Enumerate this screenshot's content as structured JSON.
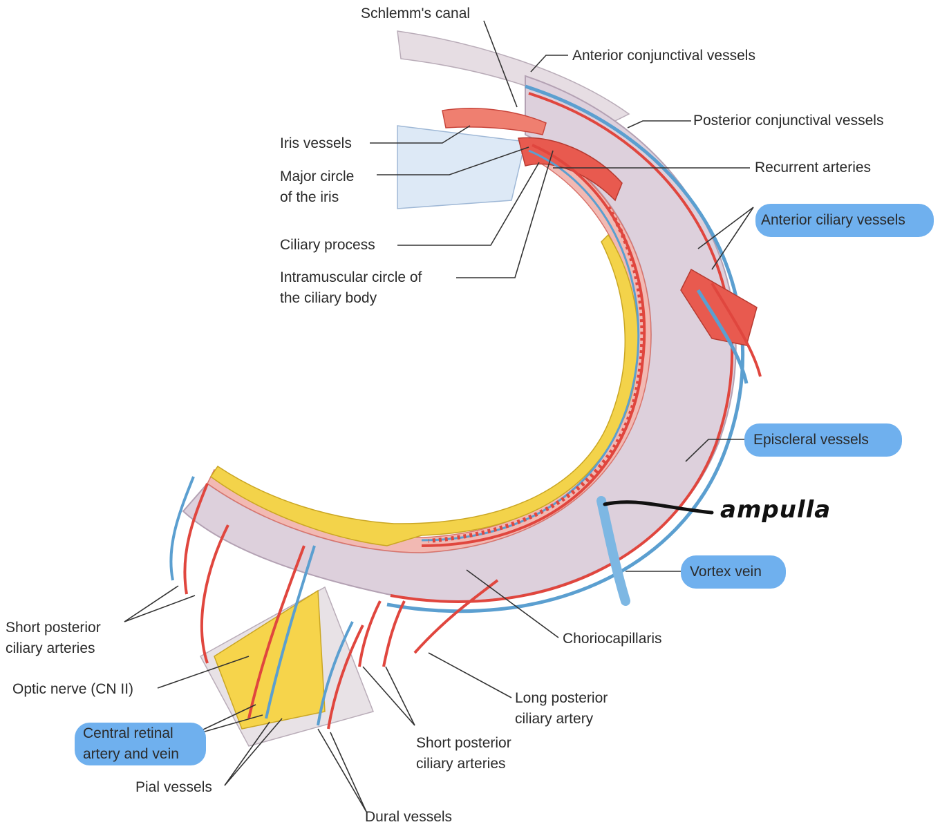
{
  "labels": {
    "schlemms_canal": "Schlemm's canal",
    "anterior_conjunctival": "Anterior conjunctival vessels",
    "posterior_conjunctival": "Posterior conjunctival vessels",
    "iris_vessels": "Iris vessels",
    "major_circle_1": "Major circle",
    "major_circle_2": "of the iris",
    "recurrent_arteries": "Recurrent arteries",
    "anterior_ciliary": "Anterior ciliary vessels",
    "ciliary_process": "Ciliary process",
    "intramuscular_1": "Intramuscular circle of",
    "intramuscular_2": "the ciliary body",
    "episcleral": "Episcleral vessels",
    "ampulla": "ampulla",
    "vortex_vein": "Vortex vein",
    "choriocapillaris": "Choriocapillaris",
    "short_post_left_1": "Short posterior",
    "short_post_left_2": "ciliary arteries",
    "optic_nerve": "Optic nerve (CN II)",
    "central_retinal_1": "Central retinal",
    "central_retinal_2": "artery and vein",
    "long_posterior_1": "Long posterior",
    "long_posterior_2": "ciliary artery",
    "short_post_bottom_1": "Short posterior",
    "short_post_bottom_2": "ciliary arteries",
    "pial_vessels": "Pial vessels",
    "dural_vessels": "Dural vessels"
  },
  "highlighted_labels": [
    "Anterior ciliary vessels",
    "Episcleral vessels",
    "Vortex vein",
    "Central retinal artery and vein"
  ],
  "colors": {
    "artery": "#e0463e",
    "vein": "#5b9fd0",
    "sclera": "#ddd0dc",
    "retina": "#f3d34a",
    "highlight": "#6fb0ee",
    "leader": "#333333"
  }
}
